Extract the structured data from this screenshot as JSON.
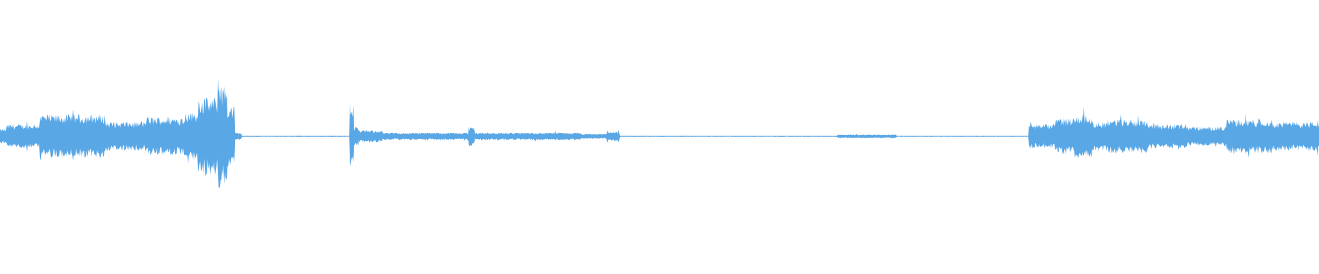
{
  "waveform": {
    "color": "#5aa7e6",
    "background": "#ffffff",
    "samples": 1920,
    "envelope_max_amplitude": 1.0,
    "segments": [
      {
        "start": 0.0,
        "end": 0.005,
        "amp": 0.06
      },
      {
        "start": 0.005,
        "end": 0.03,
        "amp": 0.1
      },
      {
        "start": 0.03,
        "end": 0.08,
        "amp": 0.18
      },
      {
        "start": 0.08,
        "end": 0.11,
        "amp": 0.12
      },
      {
        "start": 0.11,
        "end": 0.14,
        "amp": 0.16
      },
      {
        "start": 0.14,
        "end": 0.15,
        "amp": 0.2
      },
      {
        "start": 0.15,
        "end": 0.165,
        "amp": 0.32
      },
      {
        "start": 0.165,
        "end": 0.168,
        "amp": 0.48
      },
      {
        "start": 0.168,
        "end": 0.172,
        "amp": 0.42
      },
      {
        "start": 0.172,
        "end": 0.178,
        "amp": 0.25
      },
      {
        "start": 0.178,
        "end": 0.183,
        "amp": 0.03
      },
      {
        "start": 0.183,
        "end": 0.265,
        "amp": 0.005
      },
      {
        "start": 0.265,
        "end": 0.268,
        "amp": 0.28
      },
      {
        "start": 0.268,
        "end": 0.272,
        "amp": 0.08
      },
      {
        "start": 0.272,
        "end": 0.29,
        "amp": 0.05
      },
      {
        "start": 0.29,
        "end": 0.355,
        "amp": 0.03
      },
      {
        "start": 0.355,
        "end": 0.36,
        "amp": 0.08
      },
      {
        "start": 0.36,
        "end": 0.44,
        "amp": 0.03
      },
      {
        "start": 0.44,
        "end": 0.46,
        "amp": 0.02
      },
      {
        "start": 0.46,
        "end": 0.47,
        "amp": 0.04
      },
      {
        "start": 0.47,
        "end": 0.635,
        "amp": 0.005
      },
      {
        "start": 0.635,
        "end": 0.68,
        "amp": 0.015
      },
      {
        "start": 0.68,
        "end": 0.78,
        "amp": 0.005
      },
      {
        "start": 0.78,
        "end": 0.8,
        "amp": 0.1
      },
      {
        "start": 0.8,
        "end": 0.815,
        "amp": 0.15
      },
      {
        "start": 0.815,
        "end": 0.828,
        "amp": 0.18
      },
      {
        "start": 0.828,
        "end": 0.84,
        "amp": 0.12
      },
      {
        "start": 0.84,
        "end": 0.87,
        "amp": 0.14
      },
      {
        "start": 0.87,
        "end": 0.9,
        "amp": 0.1
      },
      {
        "start": 0.9,
        "end": 0.93,
        "amp": 0.08
      },
      {
        "start": 0.93,
        "end": 0.965,
        "amp": 0.14
      },
      {
        "start": 0.965,
        "end": 1.0,
        "amp": 0.12
      }
    ]
  }
}
